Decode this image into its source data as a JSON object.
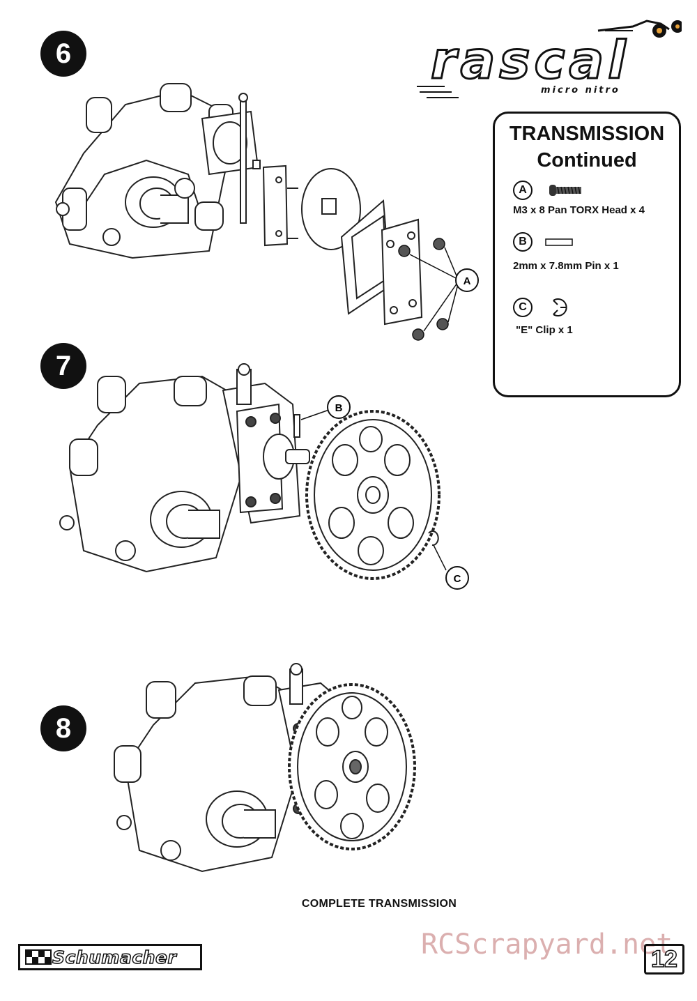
{
  "steps": [
    "6",
    "7",
    "8"
  ],
  "logo": {
    "main": "rascal",
    "sub": "micro nitro"
  },
  "parts_box": {
    "title_line1": "TRANSMISSION",
    "title_line2": "Continued",
    "items": [
      {
        "letter": "A",
        "label": "M3 x 8 Pan TORX Head x 4",
        "icon": "pan-head-screw-icon"
      },
      {
        "letter": "B",
        "label": "2mm x 7.8mm Pin x 1",
        "icon": "pin-icon"
      },
      {
        "letter": "C",
        "label": "\"E\" Clip x 1",
        "icon": "e-clip-icon"
      }
    ]
  },
  "callouts": {
    "a": "A",
    "b": "B",
    "c": "C"
  },
  "caption": "COMPLETE TRANSMISSION",
  "brand": "Schumacher",
  "watermark": "RCScrapyard.net",
  "page_number": "12"
}
